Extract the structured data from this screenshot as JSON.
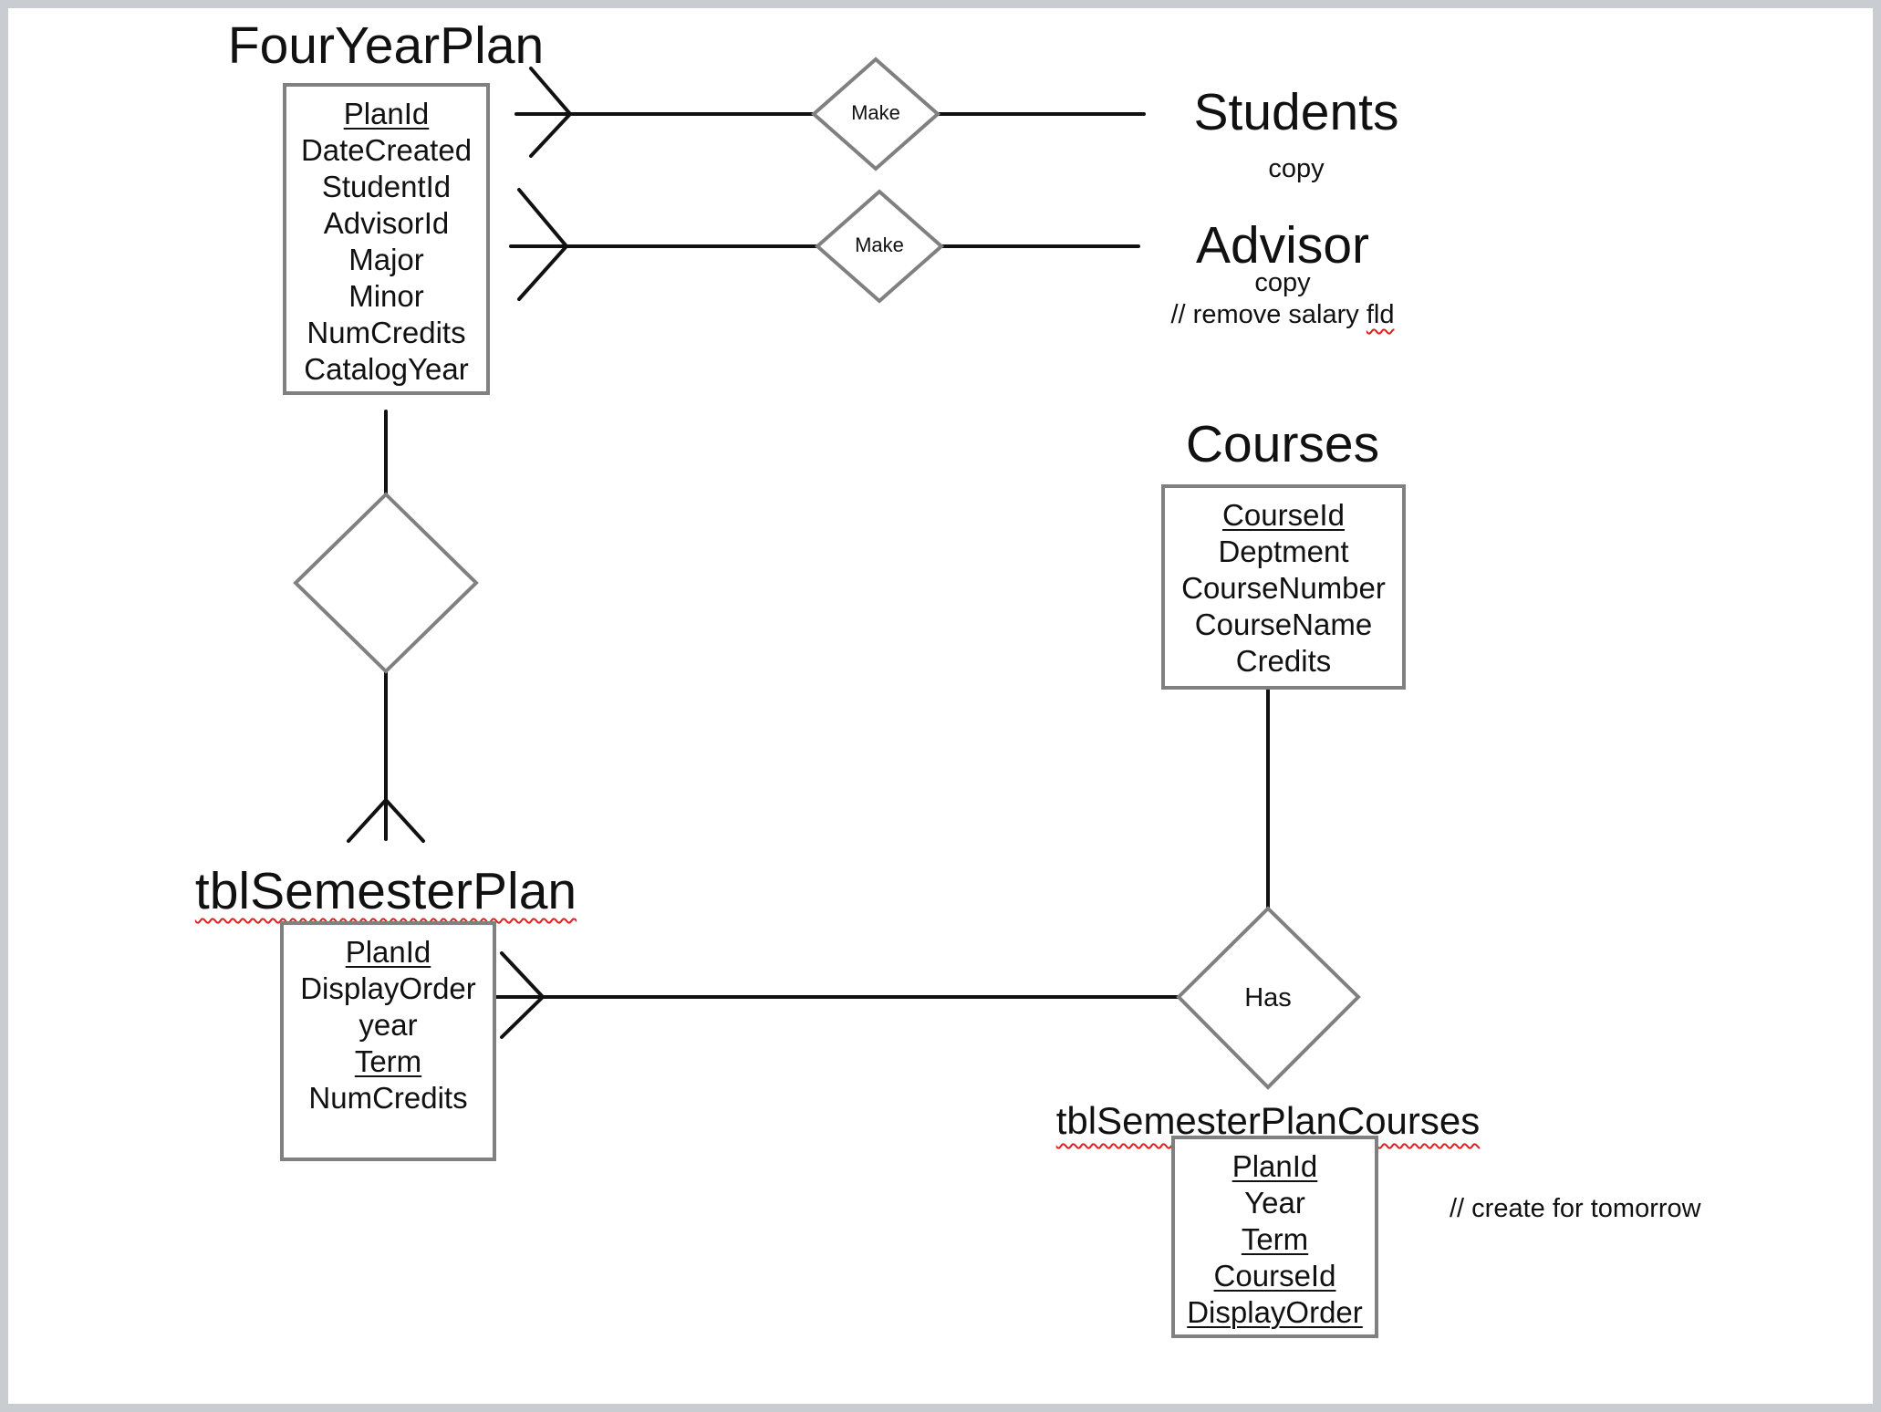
{
  "entities": {
    "four_year_plan": {
      "title": "FourYearPlan",
      "attributes": [
        {
          "label": "PlanId",
          "key": true
        },
        {
          "label": "DateCreated",
          "key": false
        },
        {
          "label": "StudentId",
          "key": false
        },
        {
          "label": "AdvisorId",
          "key": false
        },
        {
          "label": "Major",
          "key": false
        },
        {
          "label": "Minor",
          "key": false
        },
        {
          "label": "NumCredits",
          "key": false
        },
        {
          "label": "CatalogYear",
          "key": false
        }
      ]
    },
    "students": {
      "title": "Students",
      "note": "copy"
    },
    "advisor": {
      "title": "Advisor",
      "note": "copy",
      "comment_prefix": "// remove salary ",
      "comment_flagged_word": "fld"
    },
    "courses": {
      "title": "Courses",
      "attributes": [
        {
          "label": "CourseId",
          "key": true
        },
        {
          "label": "Deptment",
          "key": false
        },
        {
          "label": "CourseNumber",
          "key": false
        },
        {
          "label": "CourseName",
          "key": false
        },
        {
          "label": "Credits",
          "key": false
        }
      ]
    },
    "semester_plan": {
      "title": "tblSemesterPlan",
      "attributes": [
        {
          "label": "PlanId",
          "key": true
        },
        {
          "label": "DisplayOrder",
          "key": false
        },
        {
          "label": "year",
          "key": false
        },
        {
          "label": "Term",
          "key": true
        },
        {
          "label": "NumCredits",
          "key": false
        }
      ]
    },
    "semester_plan_courses": {
      "title": "tblSemesterPlanCourses",
      "attributes": [
        {
          "label": "PlanId",
          "key": true
        },
        {
          "label": "Year",
          "key": false
        },
        {
          "label": "Term",
          "key": true
        },
        {
          "label": "CourseId",
          "key": true
        },
        {
          "label": "DisplayOrder",
          "key": true
        }
      ],
      "note": "// create for tomorrow"
    }
  },
  "relationships": {
    "make_students": "Make",
    "make_advisor": "Make",
    "plan_semester": "",
    "has_courses": "Has"
  },
  "colors": {
    "box_border": "#808080",
    "line": "#111111",
    "spellcheck_underline": "#e02020",
    "background": "#ffffff",
    "frame": "#c9ccd1"
  }
}
